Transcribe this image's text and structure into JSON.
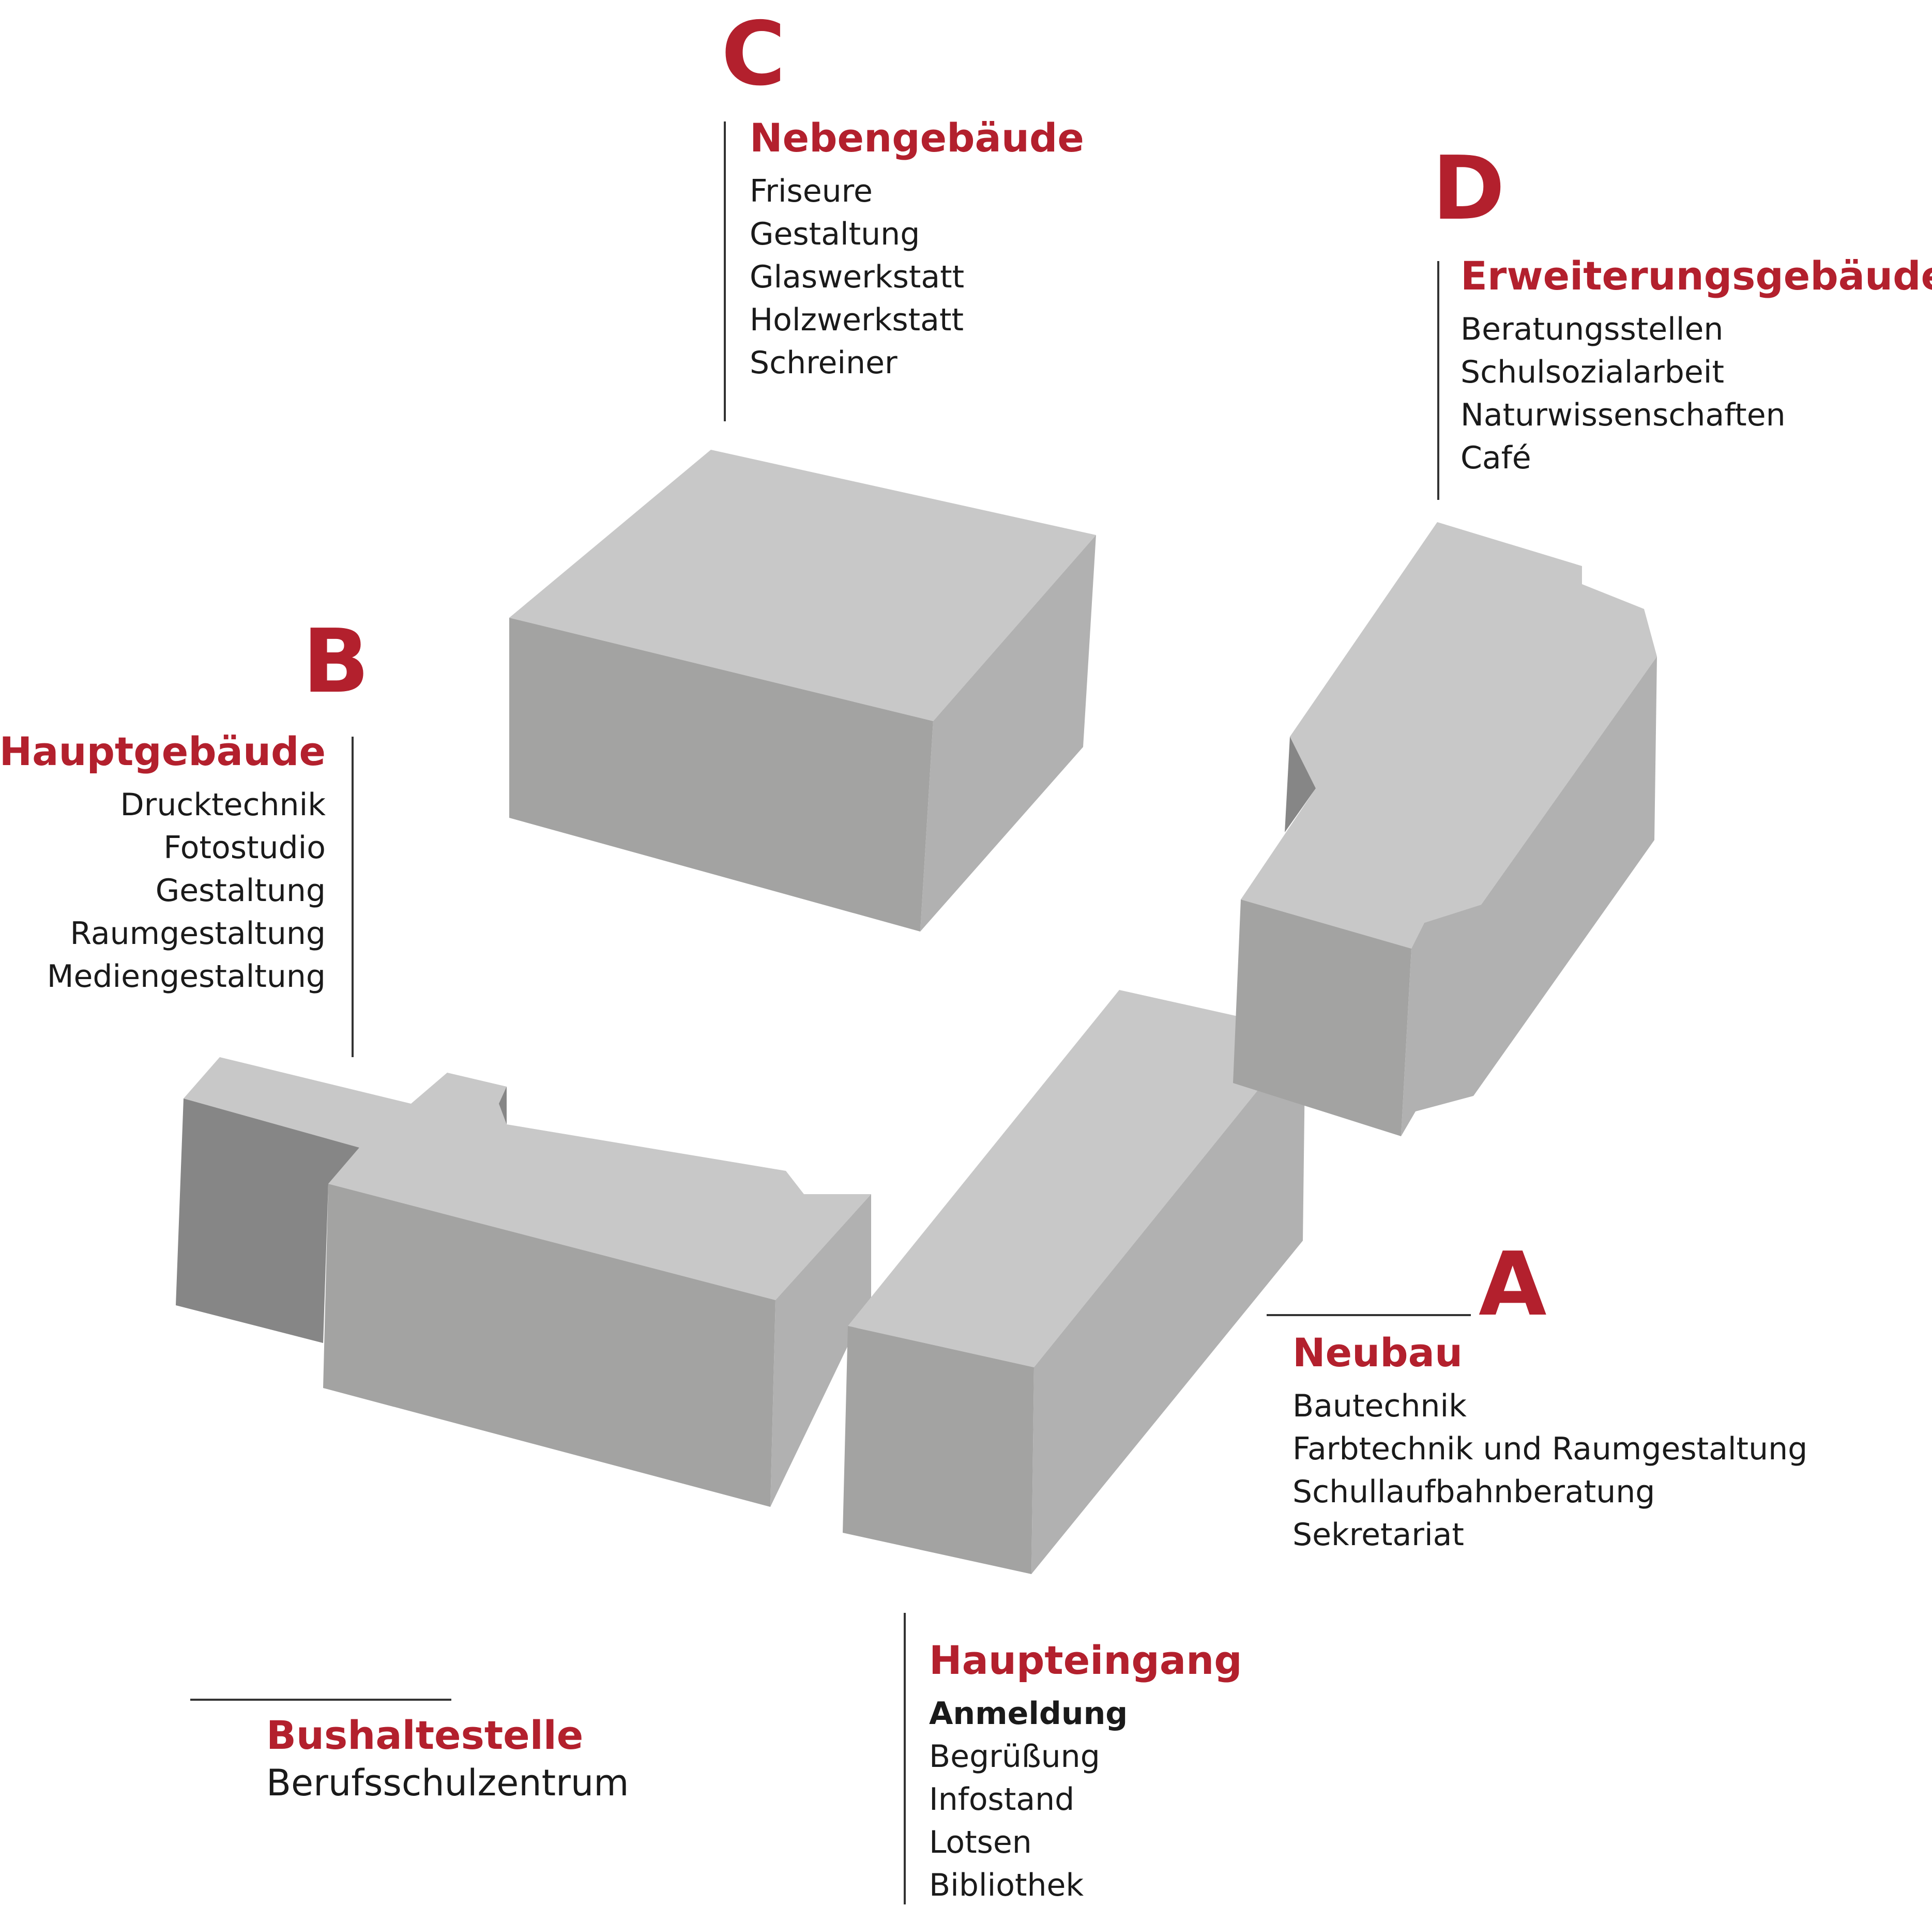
{
  "colors": {
    "accent": "#b3202d",
    "roof": "#c8c8c8",
    "side_light": "#b1b1b1",
    "side_mid": "#a3a3a2",
    "side_dark": "#868686",
    "line": "#333333"
  },
  "buildings": {
    "a": {
      "letter": "A",
      "title": "Neubau",
      "items": [
        "Bautechnik",
        "Farbtechnik und Raumgestaltung",
        "Schullaufbahnberatung",
        "Sekretariat"
      ]
    },
    "b": {
      "letter": "B",
      "title": "Hauptgebäude",
      "items": [
        "Drucktechnik",
        "Fotostudio",
        "Gestaltung",
        "Raumgestaltung",
        "Mediengestaltung"
      ]
    },
    "c": {
      "letter": "C",
      "title": "Nebengebäude",
      "items": [
        "Friseure",
        "Gestaltung",
        "Glaswerkstatt",
        "Holzwerkstatt",
        "Schreiner"
      ]
    },
    "d": {
      "letter": "D",
      "title": "Erweiterungsgebäude",
      "items": [
        "Beratungsstellen",
        "Schulsozialarbeit",
        "Naturwissenschaften",
        "Café"
      ]
    }
  },
  "entrance": {
    "title": "Haupteingang",
    "highlight": "Anmeldung",
    "items": [
      "Begrüßung",
      "Infostand",
      "Lotsen",
      "Bibliothek"
    ]
  },
  "bus_stop": {
    "title": "Bushaltestelle",
    "name": "Berufsschulzentrum"
  }
}
